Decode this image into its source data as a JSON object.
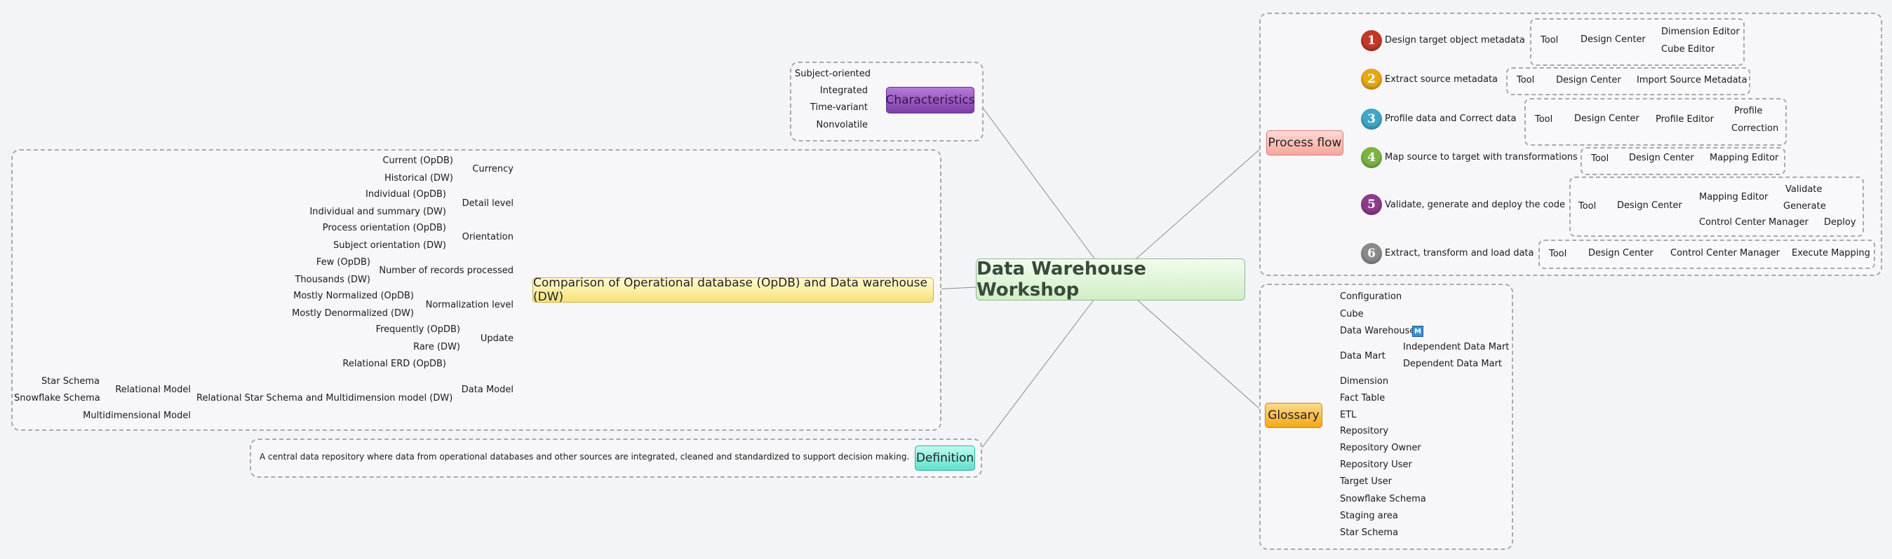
{
  "central": "Data Warehouse Workshop",
  "characteristics": {
    "title": "Characteristics",
    "items": [
      "Subject-oriented",
      "Integrated",
      "Time-variant",
      "Nonvolatile"
    ]
  },
  "comparison": {
    "title": "Comparison of Operational database (OpDB) and Data warehouse (DW)",
    "currency": "Currency",
    "current": "Current (OpDB)",
    "historical": "Historical (DW)",
    "detail_level": "Detail level",
    "individual": "Individual (OpDB)",
    "individual_summary": "Individual and summary (DW)",
    "orientation": "Orientation",
    "process_orientation": "Process orientation (OpDB)",
    "subject_orientation": "Subject orientation (DW)",
    "records": "Number of records processed",
    "few": "Few (OpDB)",
    "thousands": "Thousands (DW)",
    "normalization": "Normalization level",
    "mostly_normalized": "Mostly Normalized (OpDB)",
    "mostly_denormalized": "Mostly Denormalized (DW)",
    "update": "Update",
    "frequently": "Frequently (OpDB)",
    "rare": "Rare (DW)",
    "data_model": "Data Model",
    "relational_erd": "Relational ERD (OpDB)",
    "relational_star": "Relational Star Schema and Multidimension model (DW)",
    "relational_model": "Relational Model",
    "star_schema": "Star Schema",
    "snowflake_schema": "Snowflake Schema",
    "multidimensional_model": "Multidimensional Model"
  },
  "definition": {
    "title": "Definition",
    "text": "A central data repository where data from operational databases and other sources are integrated, cleaned and standardized to support decision making."
  },
  "process_flow": {
    "title": "Process flow",
    "steps": [
      {
        "num": "1",
        "label": "Design target object metadata",
        "color": "#c0392b"
      },
      {
        "num": "2",
        "label": "Extract source metadata",
        "color": "#e6a817"
      },
      {
        "num": "3",
        "label": "Profile data and Correct data",
        "color": "#3fa7c9"
      },
      {
        "num": "4",
        "label": "Map source to target with transformations",
        "color": "#7cb342"
      },
      {
        "num": "5",
        "label": "Validate, generate and deploy the code",
        "color": "#8e3b8a"
      },
      {
        "num": "6",
        "label": "Extract, transform and load data",
        "color": "#8a8a8a"
      }
    ],
    "tool": "Tool",
    "design_center": "Design Center",
    "dimension_editor": "Dimension Editor",
    "cube_editor": "Cube Editor",
    "import_source_metadata": "Import Source Metadata",
    "profile_editor": "Profile Editor",
    "profile": "Profile",
    "correction": "Correction",
    "mapping_editor": "Mapping Editor",
    "validate": "Validate",
    "generate": "Generate",
    "control_center_manager": "Control Center Manager",
    "deploy": "Deploy",
    "execute_mapping": "Execute Mapping"
  },
  "glossary": {
    "title": "Glossary",
    "configuration": "Configuration",
    "cube": "Cube",
    "data_warehouse": "Data Warehouse",
    "data_mart": "Data Mart",
    "independent_data_mart": "Independent Data Mart",
    "dependent_data_mart": "Dependent Data Mart",
    "rest": [
      "Dimension",
      "Fact Table",
      "ETL",
      "Repository",
      "Repository Owner",
      "Repository User",
      "Target User",
      "Snowflake Schema",
      "Staging area",
      "Star Schema"
    ],
    "badge": "M"
  }
}
